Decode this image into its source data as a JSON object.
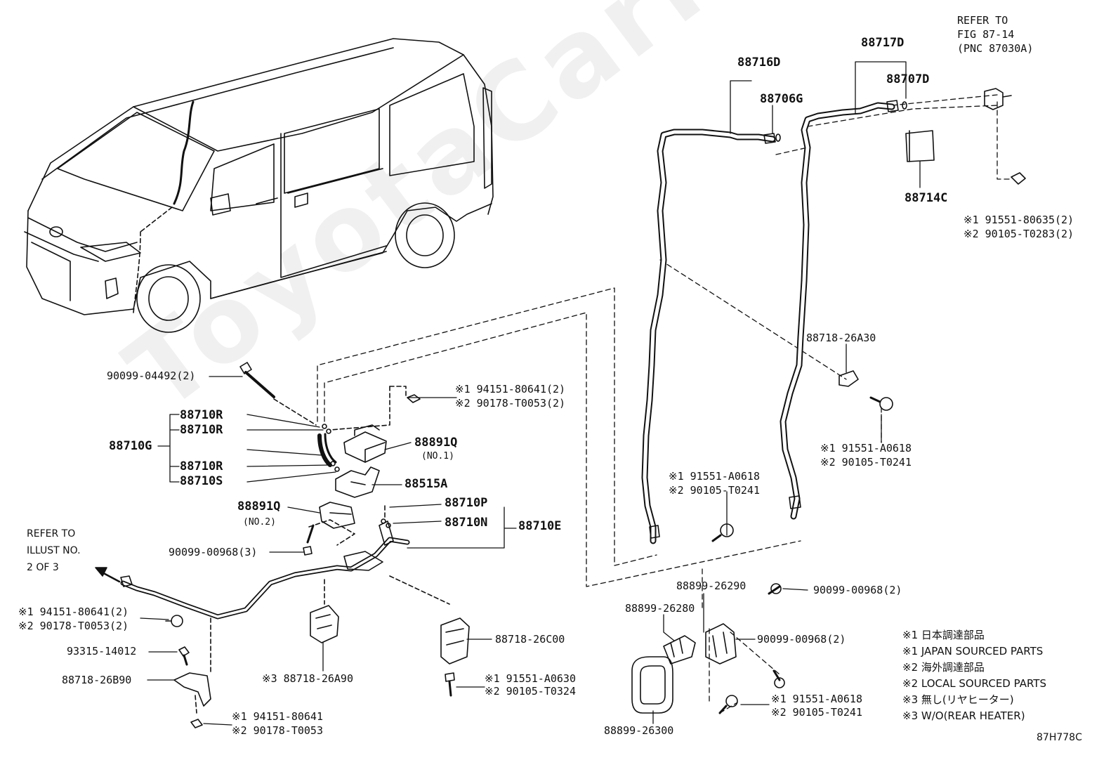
{
  "watermark": "ToyotaCarMine.ru",
  "diagram_code": "87H778C",
  "refer_fig": {
    "l1": "REFER TO",
    "l2": "FIG 87-14",
    "l3": "(PNC 87030A)"
  },
  "refer_illust": {
    "l1": "REFER TO",
    "l2": "ILLUST NO.",
    "l3": "2 OF 3"
  },
  "parts": {
    "p88716D": "88716D",
    "p88706G": "88706G",
    "p88717D": "88717D",
    "p88707D": "88707D",
    "p88714C": "88714C",
    "f91551_80635": "※1 91551-80635(2)",
    "f90105_T0283": "※2 90105-T0283(2)",
    "p88718_26A30": "88718-26A30",
    "f91551_A0618_a": "※1 91551-A0618",
    "f90105_T0241_a": "※2 90105-T0241",
    "f91551_A0618_b": "※1 91551-A0618",
    "f90105_T0241_b": "※2 90105-T0241",
    "f90099_04492": "90099-04492(2)",
    "f94151_80641_2a": "※1 94151-80641(2)",
    "f90178_T0053_2a": "※2 90178-T0053(2)",
    "p88710R_1": "88710R",
    "p88710R_2": "88710R",
    "p88710G": "88710G",
    "p88710R_3": "88710R",
    "p88710S": "88710S",
    "p88891Q_1": "88891Q",
    "no1": "(NO.1)",
    "p88515A": "88515A",
    "p88891Q_2": "88891Q",
    "no2": "(NO.2)",
    "p88710P": "88710P",
    "p88710N": "88710N",
    "p88710E": "88710E",
    "f90099_00968_3": "90099-00968(3)",
    "f94151_80641_2b": "※1 94151-80641(2)",
    "f90178_T0053_2b": "※2 90178-T0053(2)",
    "f93315_14012": "93315-14012",
    "p88718_26B90": "88718-26B90",
    "f94151_80641": "※1 94151-80641",
    "f90178_T0053": "※2 90178-T0053",
    "p88718_26A90": "※3 88718-26A90",
    "p88718_26C00": "88718-26C00",
    "f91551_A0630": "※1 91551-A0630",
    "f90105_T0324": "※2 90105-T0324",
    "p88899_26290": "88899-26290",
    "p88899_26280": "88899-26280",
    "f90099_00968_2a": "90099-00968(2)",
    "f90099_00968_2b": "90099-00968(2)",
    "f91551_A0618_c": "※1 91551-A0618",
    "f90105_T0241_c": "※2 90105-T0241",
    "p88899_26300": "88899-26300"
  },
  "legend": [
    "※1 日本調達部品",
    "※1 JAPAN SOURCED PARTS",
    "※2 海外調達部品",
    "※2 LOCAL SOURCED PARTS",
    "※3 無し(リヤヒーター)",
    "※3 W/O(REAR HEATER)"
  ]
}
